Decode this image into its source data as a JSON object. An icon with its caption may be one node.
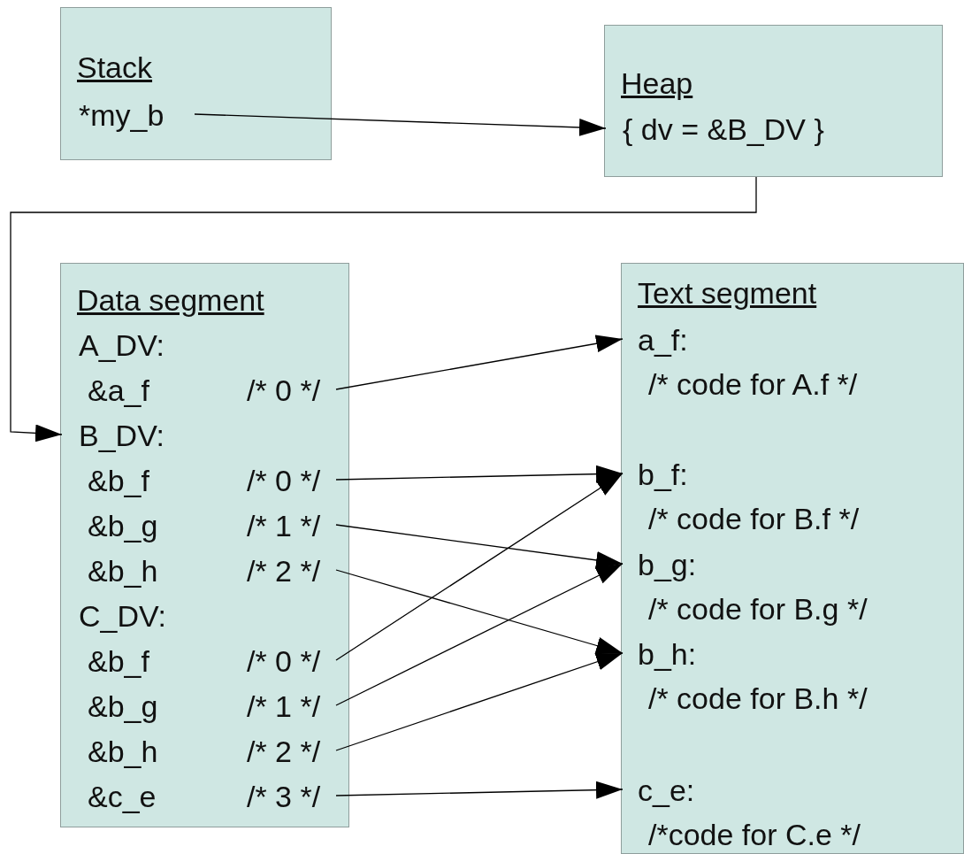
{
  "diagram": {
    "nodes": [
      {
        "text": [
          "Stack"
        ]
      },
      {
        "text": [
          "*my_b"
        ],
        "in": 0
      },
      {
        "text": [
          "Heap"
        ]
      },
      {
        "text": [
          "{ dv = &B_DV }"
        ],
        "in": 2
      },
      {
        "text": [
          "Data segment"
        ]
      },
      {
        "text": [
          "A_DV:"
        ],
        "in": 4
      },
      {
        "text": [
          "&a_f",
          "/* 0 */"
        ],
        "in": 4
      },
      {
        "text": [
          "B_DV:"
        ],
        "in": 4
      },
      {
        "text": [
          "&b_f",
          "/* 0 */"
        ],
        "in": 4
      },
      {
        "text": [
          "&b_g",
          "/* 1 */"
        ],
        "in": 4
      },
      {
        "text": [
          "&b_h",
          "/* 2 */"
        ],
        "in": 4
      },
      {
        "text": [
          "C_DV:"
        ],
        "in": 4
      },
      {
        "text": [
          "&b_f",
          "/* 0 */"
        ],
        "in": 4
      },
      {
        "text": [
          "&b_g",
          "/* 1 */"
        ],
        "in": 4
      },
      {
        "text": [
          "&b_h",
          "/* 2 */"
        ],
        "in": 4
      },
      {
        "text": [
          "&c_e",
          "/* 3 */"
        ],
        "in": 4
      },
      {
        "text": [
          "Text segment"
        ]
      },
      {
        "text": [
          "a_f:",
          "/* code for A.f */"
        ],
        "in": 16
      },
      {
        "text": [
          "b_f:",
          "/* code for B.f */"
        ],
        "in": 16
      },
      {
        "text": [
          "b_g:",
          "/* code for B.g */"
        ],
        "in": 16
      },
      {
        "text": [
          "b_h:",
          "/* code for B.h */"
        ],
        "in": 16
      },
      {
        "text": [
          "c_e:",
          "/*code for C.e */"
        ],
        "in": 16
      }
    ],
    "edges": [
      {
        "from": 1,
        "to": 3,
        "arrow": "to"
      },
      {
        "from": 2,
        "to": 7,
        "arrow": "to"
      },
      {
        "from": 6,
        "to": 17,
        "arrow": "to"
      },
      {
        "from": 8,
        "to": 18,
        "arrow": "to"
      },
      {
        "from": 9,
        "to": 19,
        "arrow": "to"
      },
      {
        "from": 10,
        "to": 20,
        "arrow": "to"
      },
      {
        "from": 12,
        "to": 18,
        "arrow": "to"
      },
      {
        "from": 13,
        "to": 19,
        "arrow": "to"
      },
      {
        "from": 14,
        "to": 20,
        "arrow": "to"
      },
      {
        "from": 15,
        "to": 21,
        "arrow": "to"
      }
    ]
  }
}
